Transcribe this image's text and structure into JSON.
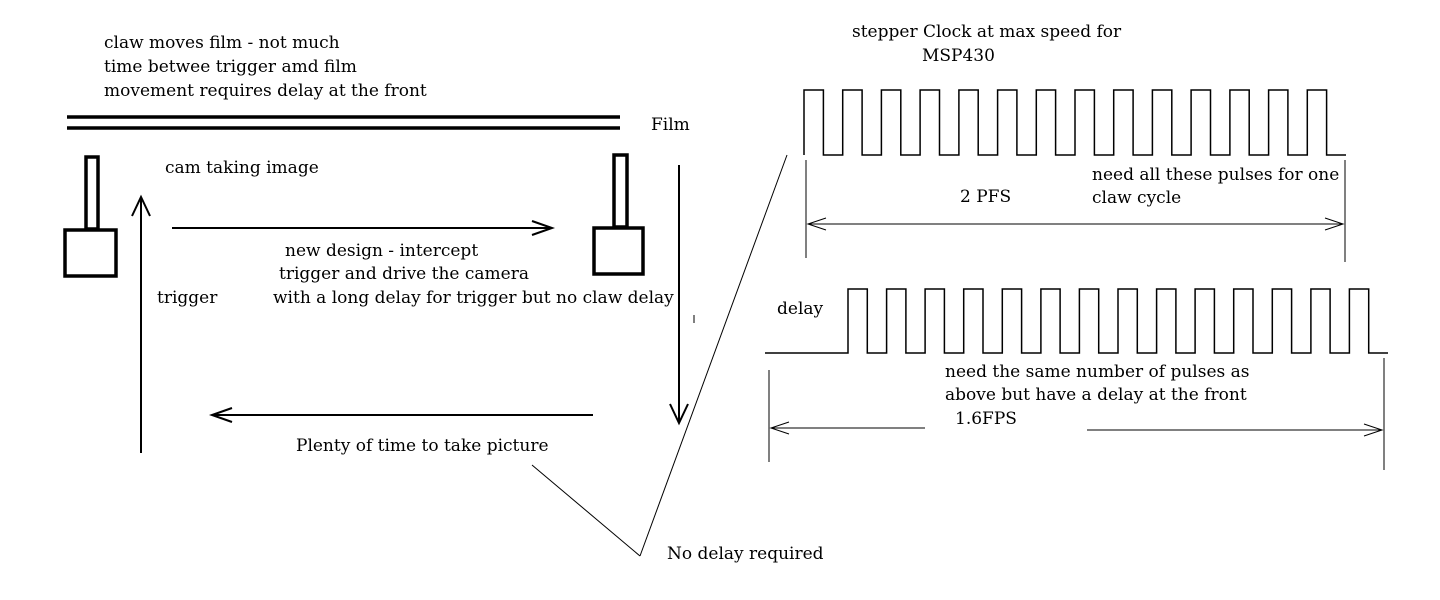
{
  "colors": {
    "ink": "#000000",
    "background": "#ffffff"
  },
  "left_diagram": {
    "claw_note": [
      "claw moves film - not much",
      "time betwee trigger amd film",
      "movement  requires delay at the front"
    ],
    "film_label": "Film",
    "cam_label": "cam taking image",
    "trigger_label": "trigger",
    "design_note": [
      "new design - intercept",
      "trigger and drive the camera",
      "with  a long delay  for trigger but no claw delay"
    ],
    "return_note": "Plenty of time to take picture",
    "no_delay_note": "No delay required"
  },
  "right_diagram": {
    "clock_note": [
      "stepper Clock at max speed for",
      "MSP430"
    ],
    "top_span_label": "2 PFS",
    "pulses_note": [
      "need all these pulses for one",
      "claw cycle"
    ],
    "delay_label": "delay",
    "same_pulses_note": [
      "need the same number of pulses as",
      "above but have a delay at the front"
    ],
    "bottom_span_label": "1.6FPS",
    "top_wave_pulses": 14,
    "bottom_wave_pulses": 14
  }
}
